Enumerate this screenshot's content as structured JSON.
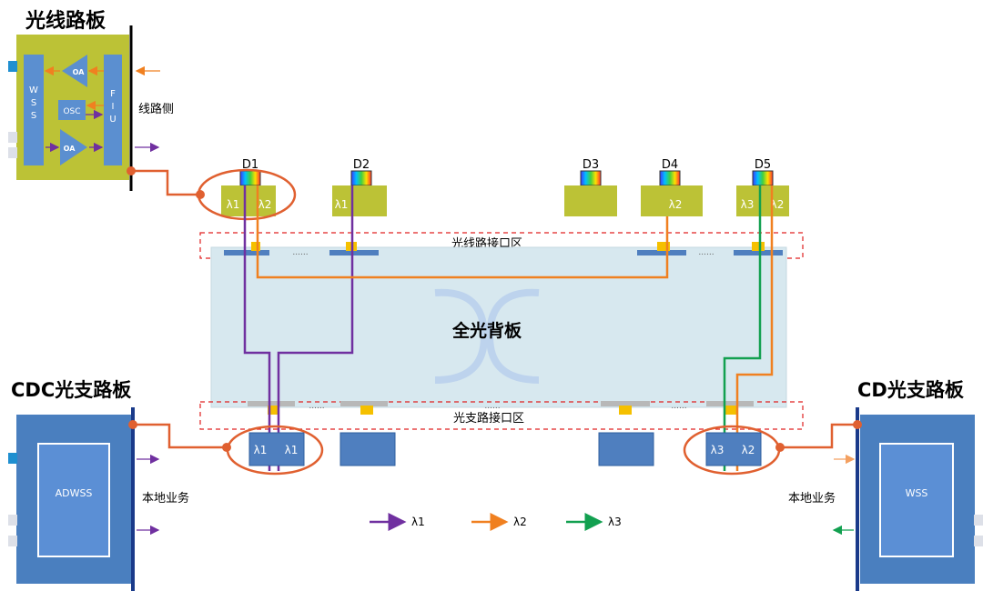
{
  "line_board": {
    "title": "光线路板",
    "wss": "WSS",
    "fiu": "FIU",
    "oa_top": "OA",
    "osc": "OSC",
    "oa_bottom": "OA",
    "side_label": "线路侧"
  },
  "degrees": [
    {
      "name": "D1",
      "lambdas": [
        "λ1",
        "λ2"
      ]
    },
    {
      "name": "D2",
      "lambdas": [
        "λ1"
      ]
    },
    {
      "name": "D3",
      "lambdas": []
    },
    {
      "name": "D4",
      "lambdas": [
        "λ2"
      ]
    },
    {
      "name": "D5",
      "lambdas": [
        "λ3",
        "λ2"
      ]
    }
  ],
  "zones": {
    "line_interface": "光线路接口区",
    "branch_interface": "光支路接口区",
    "dots": "......"
  },
  "backplane": {
    "label": "全光背板"
  },
  "cdc_board": {
    "title": "CDC光支路板",
    "inner": "ADWSS",
    "local": "本地业务"
  },
  "cd_board": {
    "title": "CD光支路板",
    "inner": "WSS",
    "local": "本地业务"
  },
  "branch_ports": {
    "left": [
      "λ1",
      "λ1"
    ],
    "right": [
      "λ3",
      "λ2"
    ]
  },
  "legend": [
    {
      "label": "λ1",
      "color": "#7030a0"
    },
    {
      "label": "λ2",
      "color": "#f08020"
    },
    {
      "label": "λ3",
      "color": "#12a050"
    }
  ],
  "colors": {
    "olive": "#bcc236",
    "blue_board": "#4a7fbf",
    "port_blue": "#4f7fbf",
    "highlight": "#e06030",
    "yellow": "#f5c000",
    "backplane": "#d7e8ef"
  }
}
